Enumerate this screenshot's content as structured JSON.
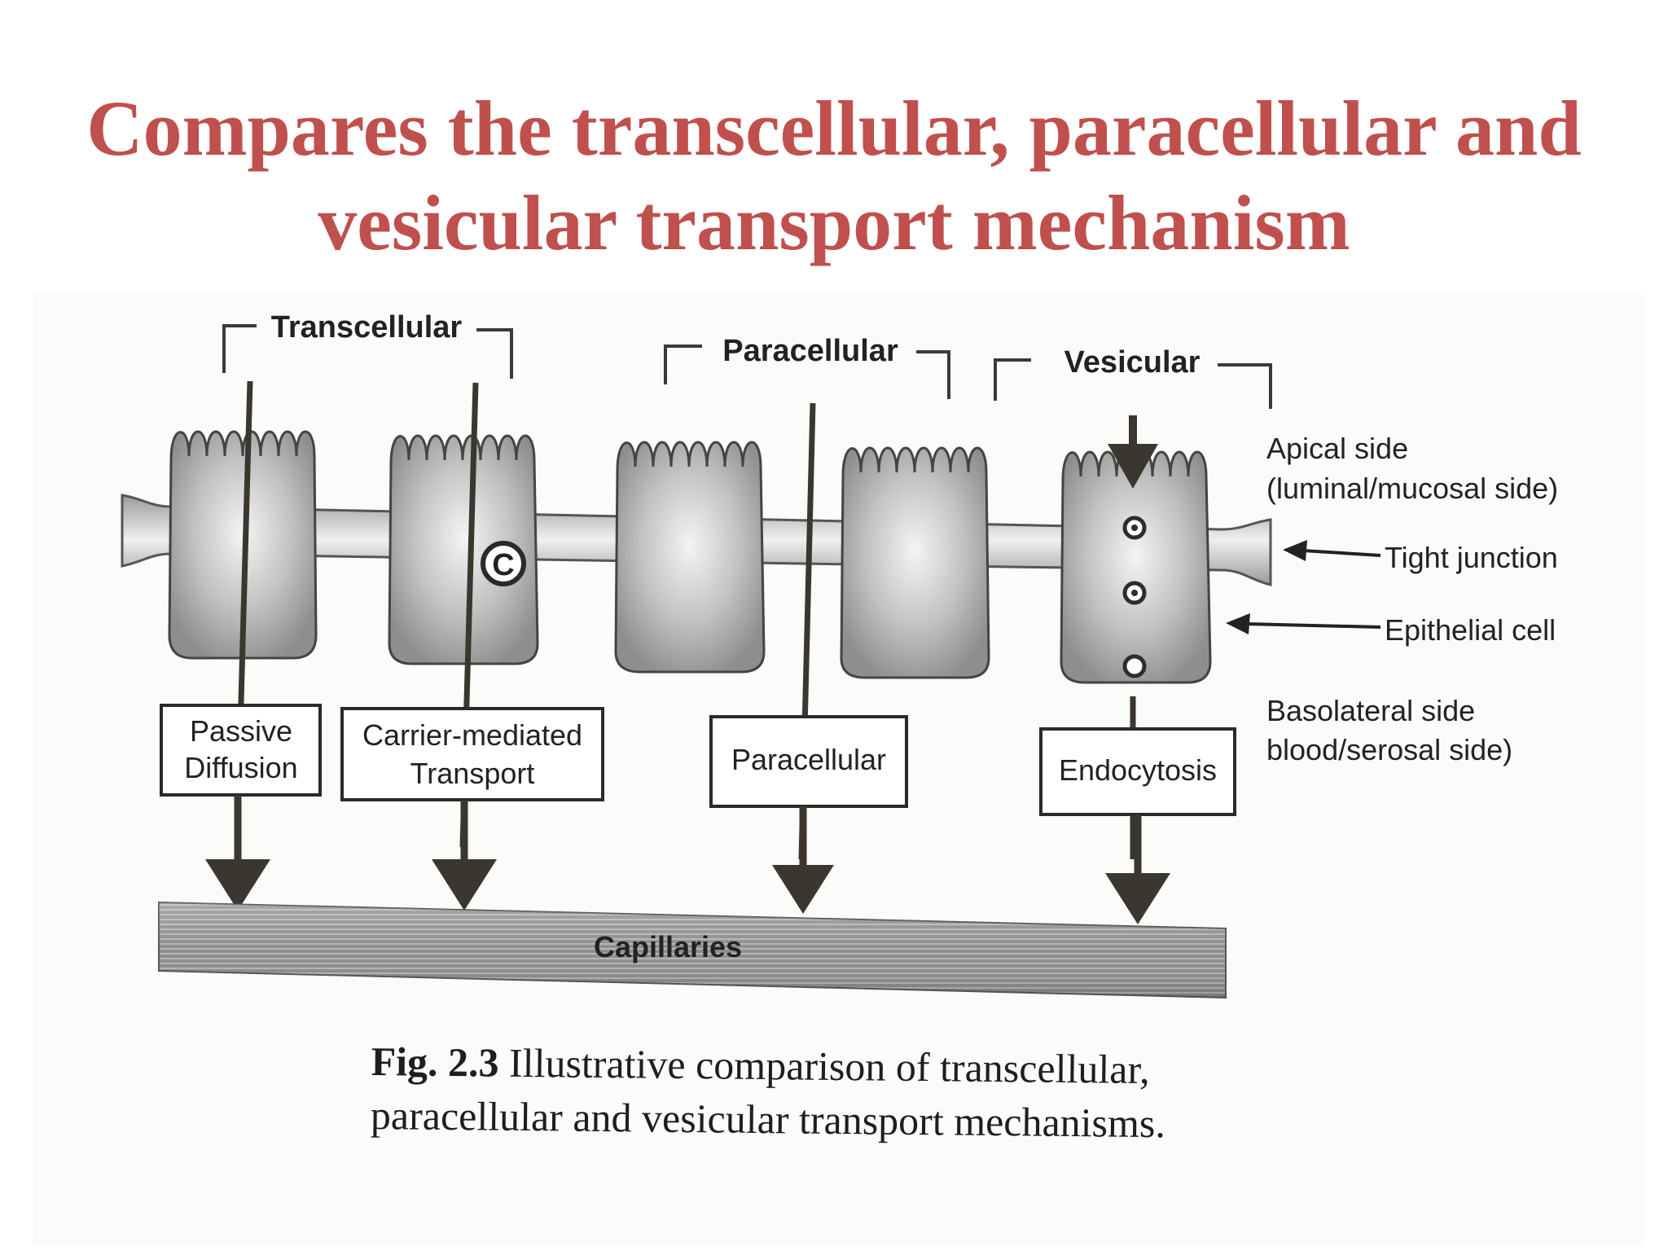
{
  "title": {
    "line1": "Compares the transcellular, paracellular and",
    "line2": "vesicular transport mechanism"
  },
  "diagram": {
    "groups": {
      "transcellular": "Transcellular",
      "paracellular": "Paracellular",
      "vesicular": "Vesicular"
    },
    "boxes": {
      "passive_line1": "Passive",
      "passive_line2": "Diffusion",
      "carrier_line1": "Carrier-mediated",
      "carrier_line2": "Transport",
      "paracellular": "Paracellular",
      "endocytosis": "Endocytosis"
    },
    "carrier_symbol": "C",
    "side_labels": {
      "apical_line1": "Apical side",
      "apical_line2": "(luminal/mucosal side)",
      "tight_junction": "Tight junction",
      "epithelial_cell": "Epithelial cell",
      "basolateral_line1": "Basolateral side",
      "basolateral_line2": "blood/serosal side)"
    },
    "capillaries": "Capillaries"
  },
  "caption": {
    "number": "Fig. 2.3",
    "text_line1": "Illustrative comparison of transcellular,",
    "text_line2": "paracellular and vesicular transport mechanisms."
  }
}
